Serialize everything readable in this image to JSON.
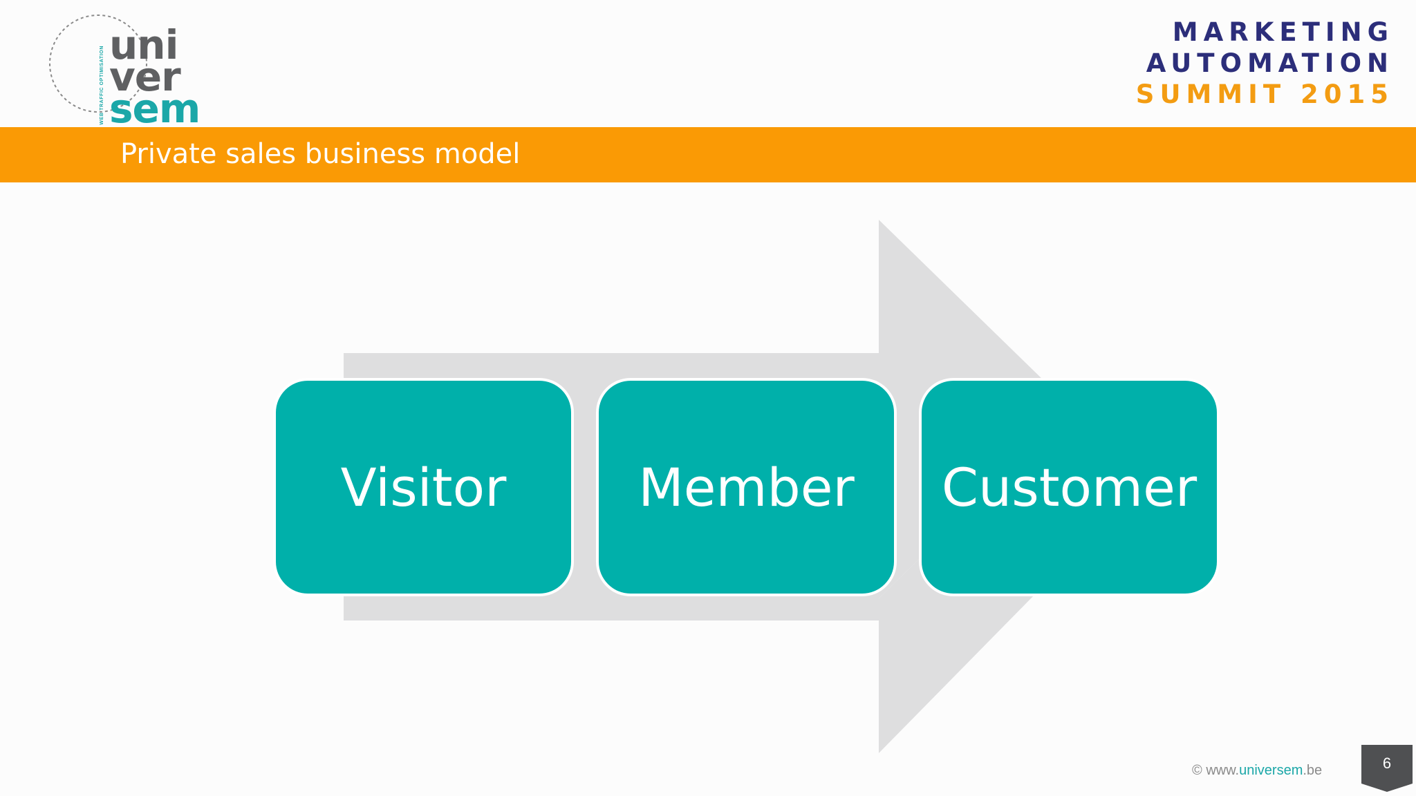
{
  "logo": {
    "line1": "uni",
    "line2": "ver",
    "line3": "sem",
    "tagline": "WEB TRAFFIC OPTIMISATION",
    "icon": "dashed-circle-logo"
  },
  "event": {
    "line1": "MARKETING",
    "line2": "AUTOMATION",
    "line3": "SUMMIT 2015"
  },
  "slide": {
    "title": "Private sales business model",
    "page_number": "6"
  },
  "diagram": {
    "arrow_icon": "right-arrow",
    "stages": [
      "Visitor",
      "Member",
      "Customer"
    ]
  },
  "footer": {
    "copyright_symbol": "©",
    "url_prefix": "www.",
    "url_brand": "universem",
    "url_suffix": ".be"
  },
  "colors": {
    "orange": "#fa9a05",
    "teal": "#00b0aa",
    "navy": "#2c2e7a",
    "arrow_gray": "#dededf"
  }
}
